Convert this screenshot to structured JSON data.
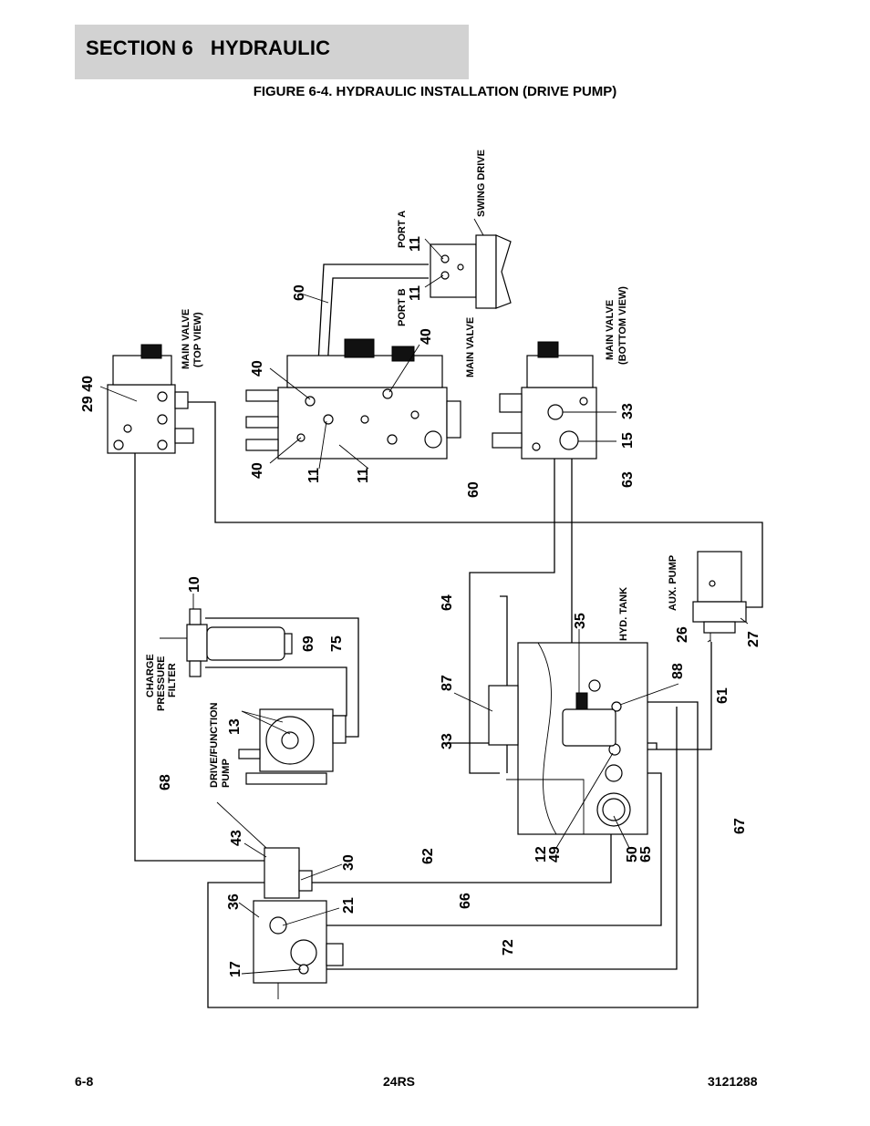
{
  "header": {
    "section_title": "SECTION 6   HYDRAULIC"
  },
  "figure": {
    "title": "FIGURE 6-4. HYDRAULIC INSTALLATION (DRIVE PUMP)"
  },
  "footer": {
    "page_number": "6-8",
    "model": "24RS",
    "doc_number": "3121288"
  },
  "labels": {
    "swing_drive": "SWING DRIVE",
    "port_a": "PORT A",
    "port_b": "PORT B",
    "main_valve": "MAIN VALVE",
    "main_valve_top_1": "MAIN VALVE",
    "main_valve_top_2": "(TOP VIEW)",
    "main_valve_bottom_1": "MAIN VALVE",
    "main_valve_bottom_2": "(BOTTOM VIEW)",
    "hyd_tank": "HYD. TANK",
    "aux_pump": "AUX. PUMP",
    "charge_1": "CHARGE",
    "charge_2": "PRESSURE",
    "charge_3": "FILTER",
    "drive_pump_1": "DRIVE/FUNCTION",
    "drive_pump_2": "PUMP"
  },
  "callouts": {
    "c11_port_a": "11",
    "c11_port_b": "11",
    "c60_top": "60",
    "c40_top": "40",
    "c40_mid": "40",
    "c40_low": "40",
    "c11_left": "11",
    "c11_right": "11",
    "c2940": "29  40",
    "c33_top": "33",
    "c15": "15",
    "c63": "63",
    "c60_mid": "60",
    "c10": "10",
    "c69": "69",
    "c75": "75",
    "c13": "13",
    "c68": "68",
    "c64": "64",
    "c35": "35",
    "c87": "87",
    "c88": "88",
    "c33_low": "33",
    "c26": "26",
    "c27": "27",
    "c61": "61",
    "c12": "12",
    "c49": "49",
    "c50": "50",
    "c65": "65",
    "c67": "67",
    "c43": "43",
    "c30": "30",
    "c62": "62",
    "c36": "36",
    "c21": "21",
    "c66": "66",
    "c72": "72",
    "c17": "17"
  }
}
